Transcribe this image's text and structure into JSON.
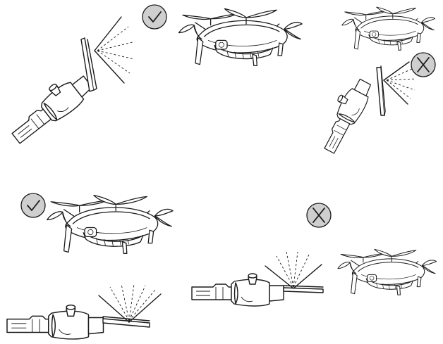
{
  "diagram": {
    "panels": [
      {
        "id": "top-left",
        "verdict": "none",
        "subject": "remote-controller-antenna"
      },
      {
        "id": "top-center",
        "verdict": "correct",
        "subject": "drone"
      },
      {
        "id": "top-right",
        "verdict": "incorrect",
        "subject": "drone-and-antenna"
      },
      {
        "id": "bottom-left",
        "verdict": "correct",
        "subject": "drone-and-antenna"
      },
      {
        "id": "bottom-right",
        "verdict": "incorrect",
        "subject": "drone-and-antenna"
      }
    ],
    "colors": {
      "line": "#1a1a1a",
      "symbol_fill": "#cfcfcf",
      "background": "#ffffff"
    },
    "icons": [
      "check-mark-icon",
      "cross-mark-icon",
      "drone-icon",
      "remote-controller-icon",
      "signal-beam-icon"
    ]
  }
}
